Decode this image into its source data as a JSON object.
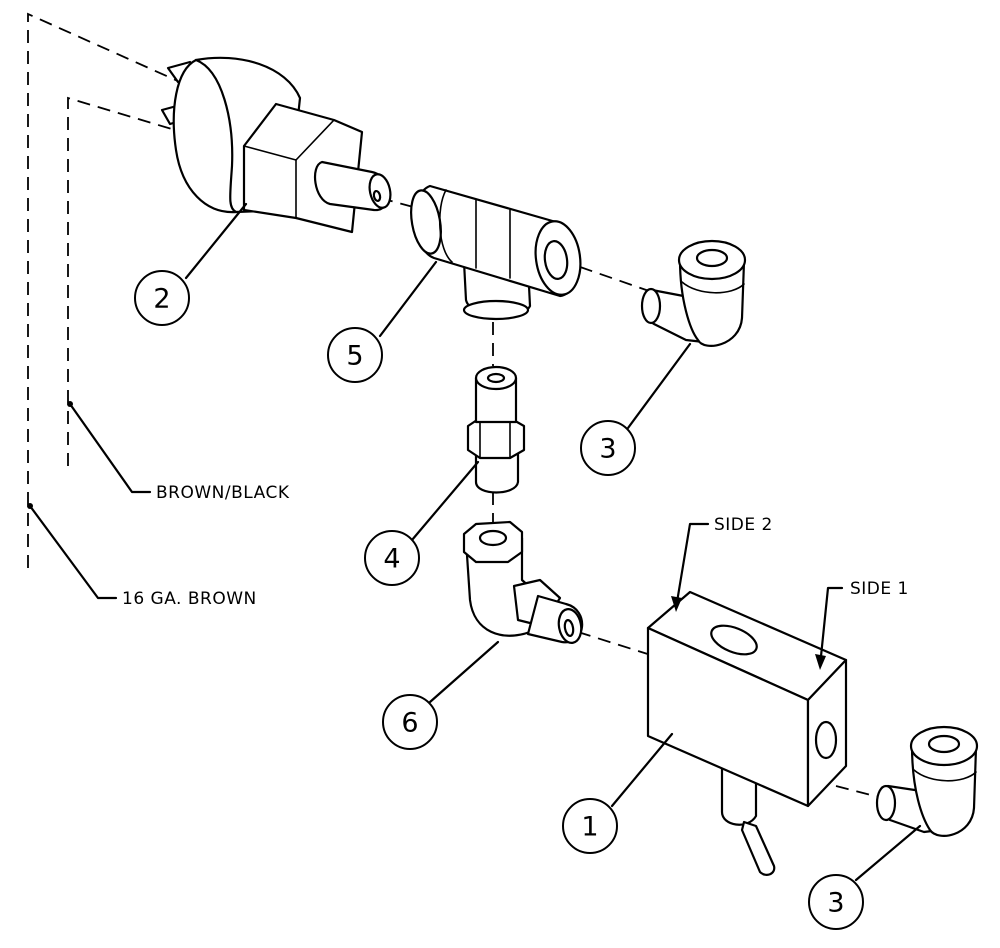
{
  "callouts": {
    "part_1": "1",
    "part_2": "2",
    "part_3_top": "3",
    "part_3_bottom": "3",
    "part_4": "4",
    "part_5": "5",
    "part_6": "6"
  },
  "labels": {
    "brown_black": "BROWN/BLACK",
    "ga16_brown": "16 GA. BROWN",
    "side_2": "SIDE 2",
    "side_1": "SIDE 1"
  }
}
